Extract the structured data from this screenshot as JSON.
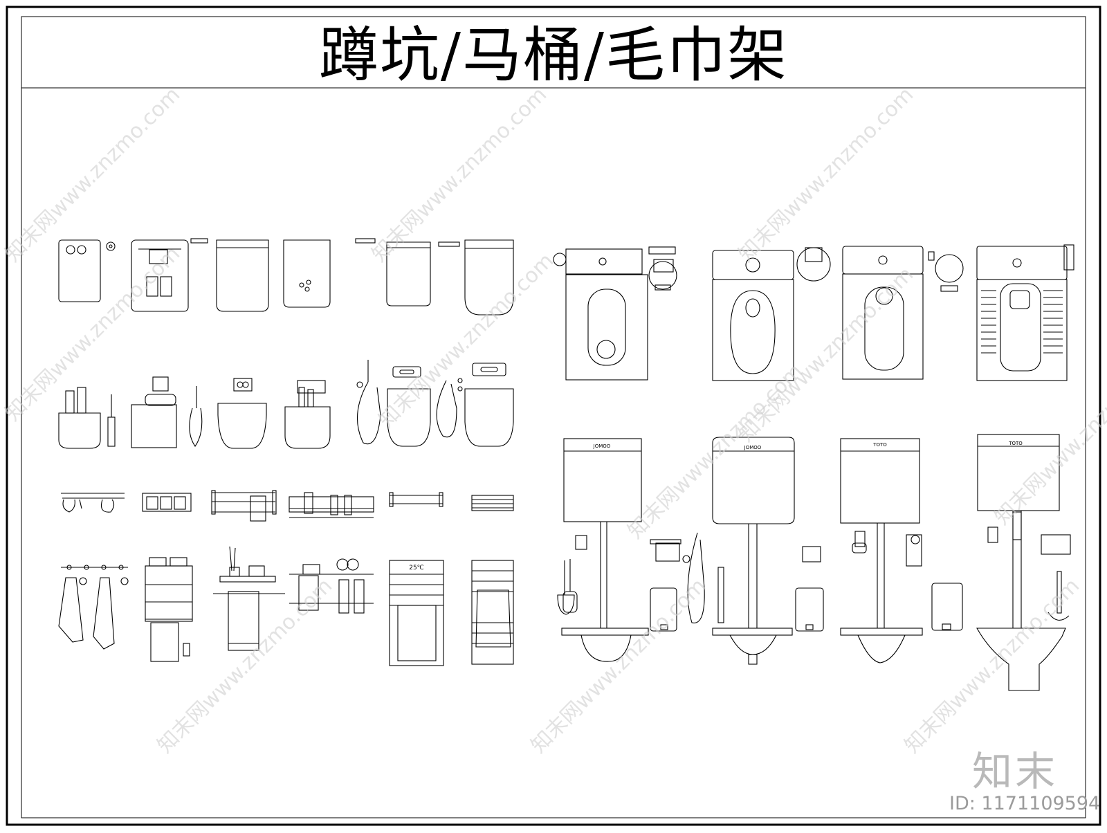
{
  "drawing": {
    "title": "蹲坑/马桶/毛巾架"
  },
  "labels": {
    "brand_a": "JOMOO",
    "brand_b": "JOMOO",
    "brand_c": "TOTO",
    "brand_d": "TOTO",
    "radiator_temp": "25℃"
  },
  "watermark": {
    "site_text": "知末网www.znzmo.com",
    "logo_text": "知末",
    "id_text": "ID: 1171109594"
  },
  "colors": {
    "line": "#000000",
    "watermark": "#c8c8c8"
  }
}
